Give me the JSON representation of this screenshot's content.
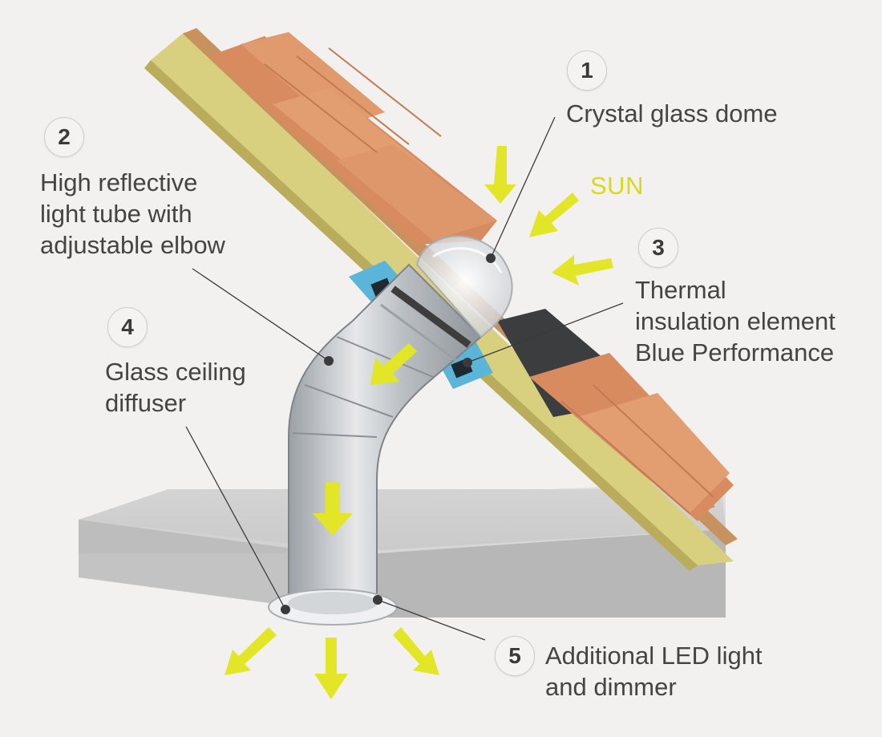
{
  "callouts": [
    {
      "number": "1",
      "label": "Crystal glass dome"
    },
    {
      "number": "2",
      "label": "High reflective\nlight tube with\nadjustable elbow"
    },
    {
      "number": "3",
      "label": "Thermal\ninsulation element\nBlue Performance"
    },
    {
      "number": "4",
      "label": "Glass ceiling\ndiffuser"
    },
    {
      "number": "5",
      "label": "Additional LED light\nand dimmer"
    }
  ],
  "sun_label": "SUN",
  "colors": {
    "background": "#f2f1ef",
    "arrow": "#e3e627",
    "tile": "#d98b62",
    "insulation": "#d6cd7a",
    "thermal_element": "#5ab4d6",
    "tube": "#c9cdd1",
    "ceiling": "#c9c9c9",
    "leader_line": "#3a3a3a"
  }
}
